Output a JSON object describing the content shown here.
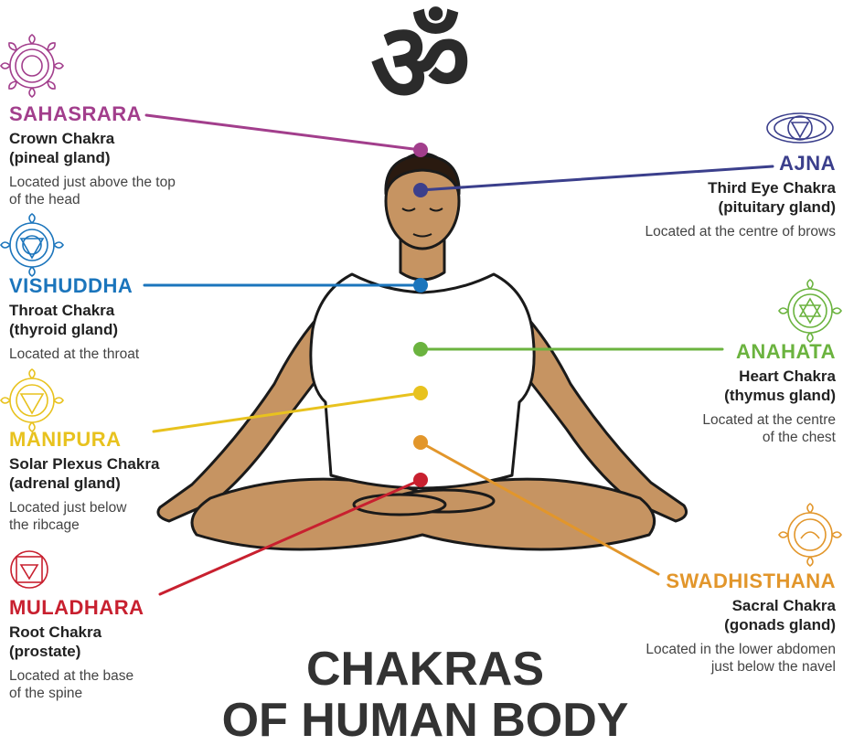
{
  "title": {
    "line1": "CHAKRAS",
    "line2": "OF HUMAN BODY"
  },
  "symbols": {
    "top_symbol": "ॐ"
  },
  "chakras": {
    "sahasrara": {
      "name": "SAHASRARA",
      "chakra": "Crown Chakra",
      "gland": "(pineal gland)",
      "description": "Located just above the top\nof the head",
      "color": "#A23E8C",
      "icon": "crown-chakra-icon"
    },
    "ajna": {
      "name": "AJNA",
      "chakra": "Third Eye Chakra",
      "gland": "(pituitary gland)",
      "description": "Located at the centre of brows",
      "color": "#3B3F8C",
      "icon": "third-eye-chakra-icon"
    },
    "vishuddha": {
      "name": "VISHUDDHA",
      "chakra": "Throat Chakra",
      "gland": "(thyroid gland)",
      "description": "Located at the throat",
      "color": "#1B75BC",
      "icon": "throat-chakra-icon"
    },
    "anahata": {
      "name": "ANAHATA",
      "chakra": "Heart Chakra",
      "gland": "(thymus gland)",
      "description": "Located at the centre\nof the chest",
      "color": "#6BB33F",
      "icon": "heart-chakra-icon"
    },
    "manipura": {
      "name": "MANIPURA",
      "chakra": "Solar Plexus Chakra",
      "gland": "(adrenal gland)",
      "description": "Located just below\nthe ribcage",
      "color": "#E8C21E",
      "icon": "solar-plexus-chakra-icon"
    },
    "swadhisthana": {
      "name": "SWADHISTHANA",
      "chakra": "Sacral Chakra",
      "gland": "(gonads gland)",
      "description": "Located in the lower abdomen\njust below the navel",
      "color": "#E2962B",
      "icon": "sacral-chakra-icon"
    },
    "muladhara": {
      "name": "MULADHARA",
      "chakra": "Root Chakra",
      "gland": "(prostate)",
      "description": "Located at the base\nof  the spine",
      "color": "#C8202F",
      "icon": "root-chakra-icon"
    }
  }
}
